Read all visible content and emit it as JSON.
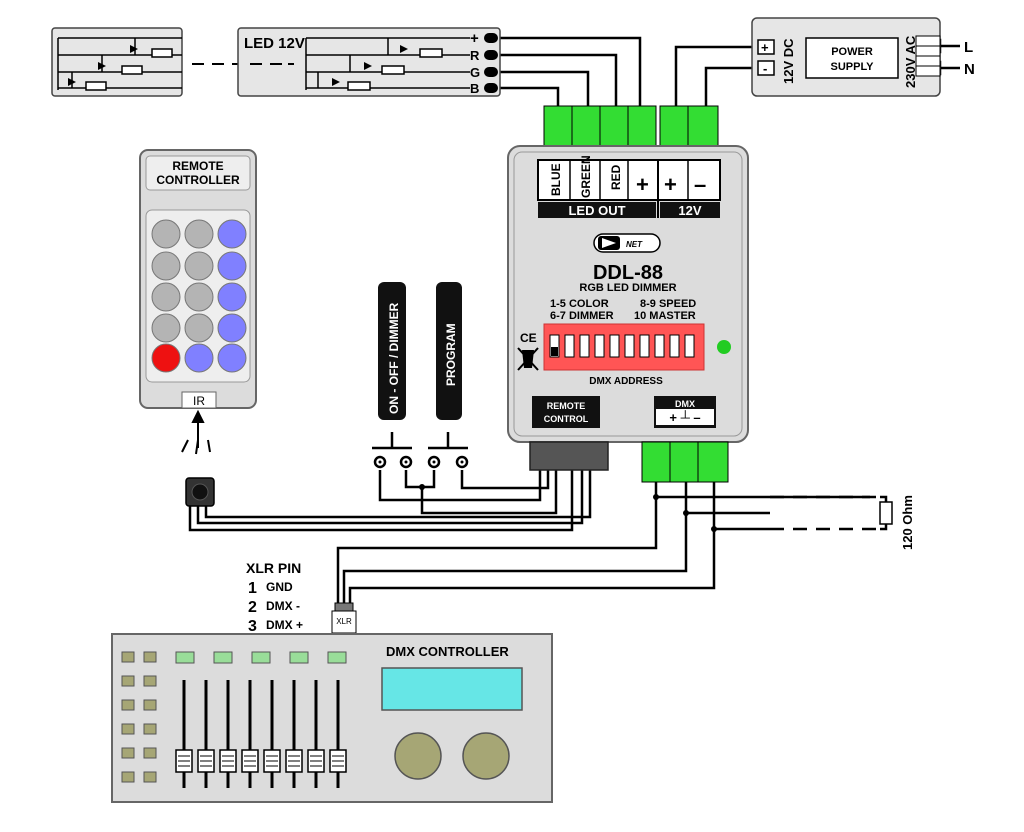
{
  "led_strip": {
    "label": "LED 12V",
    "pin_plus": "+",
    "pin_r": "R",
    "pin_g": "G",
    "pin_b": "B"
  },
  "power_supply": {
    "dc_label": "12V DC",
    "dc_plus": "+",
    "dc_minus": "-",
    "name_line1": "POWER",
    "name_line2": "SUPPLY",
    "ac_label": "230V AC",
    "l": "L",
    "n": "N"
  },
  "remote": {
    "title_line1": "REMOTE",
    "title_line2": "CONTROLLER",
    "ir_label": "IR"
  },
  "buttons": {
    "on_off": "ON - OFF / DIMMER",
    "program": "PROGRAM"
  },
  "dimmer": {
    "out_blue": "BLUE",
    "out_green": "GREEN",
    "out_red": "RED",
    "out_plus": "+",
    "in_plus": "+",
    "in_minus": "–",
    "led_out_label": "LED OUT",
    "v12_label": "12V",
    "logo_text": "NET",
    "model": "DDL-88",
    "subtitle": "RGB LED DIMMER",
    "dip_info_l1": "1-5 COLOR",
    "dip_info_l2": "6-7 DIMMER",
    "dip_info_r1": "8-9 SPEED",
    "dip_info_r2": "10 MASTER",
    "ce_mark": "CE",
    "dmx_address": "DMX ADDRESS",
    "remote_label_l1": "REMOTE",
    "remote_label_l2": "CONTROL",
    "dmx_label": "DMX",
    "dmx_pins": "+ ┴ –"
  },
  "terminator": {
    "label": "120 Ohm"
  },
  "xlr": {
    "title": "XLR PIN",
    "pins": [
      {
        "num": "1",
        "label": "GND"
      },
      {
        "num": "2",
        "label": "DMX -"
      },
      {
        "num": "3",
        "label": "DMX +"
      }
    ],
    "connector_label": "XLR"
  },
  "dmx_controller": {
    "title": "DMX CONTROLLER"
  },
  "colors": {
    "terminal_green": "#33dd33",
    "dip_red": "#ff5555",
    "status_led": "#22cc22",
    "lcd_cyan": "#66e6e6",
    "knob_olive": "#a6a675",
    "button_blue": "#8080ff",
    "button_red": "#ee1111",
    "button_gray": "#b4b4b4",
    "panel_gray": "#dcdcdc"
  }
}
